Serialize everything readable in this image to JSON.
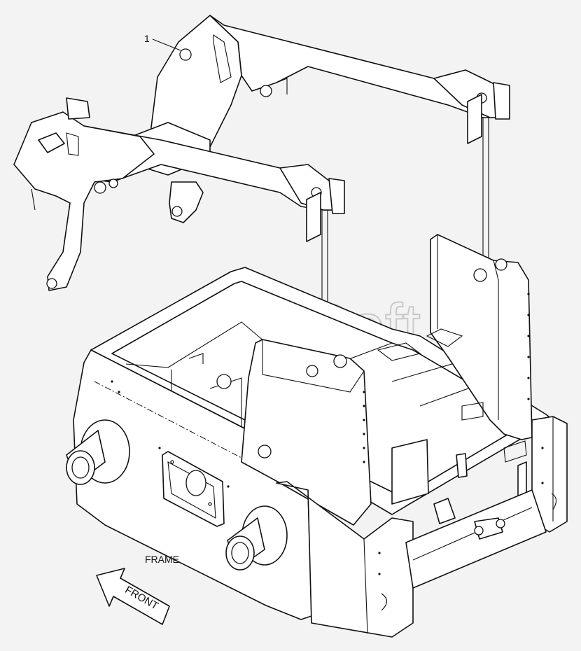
{
  "diagram": {
    "callouts": [
      {
        "label": "1"
      }
    ],
    "caption": "FRAME",
    "arrow_label": "FRONT",
    "watermark": "AutoSoft"
  }
}
